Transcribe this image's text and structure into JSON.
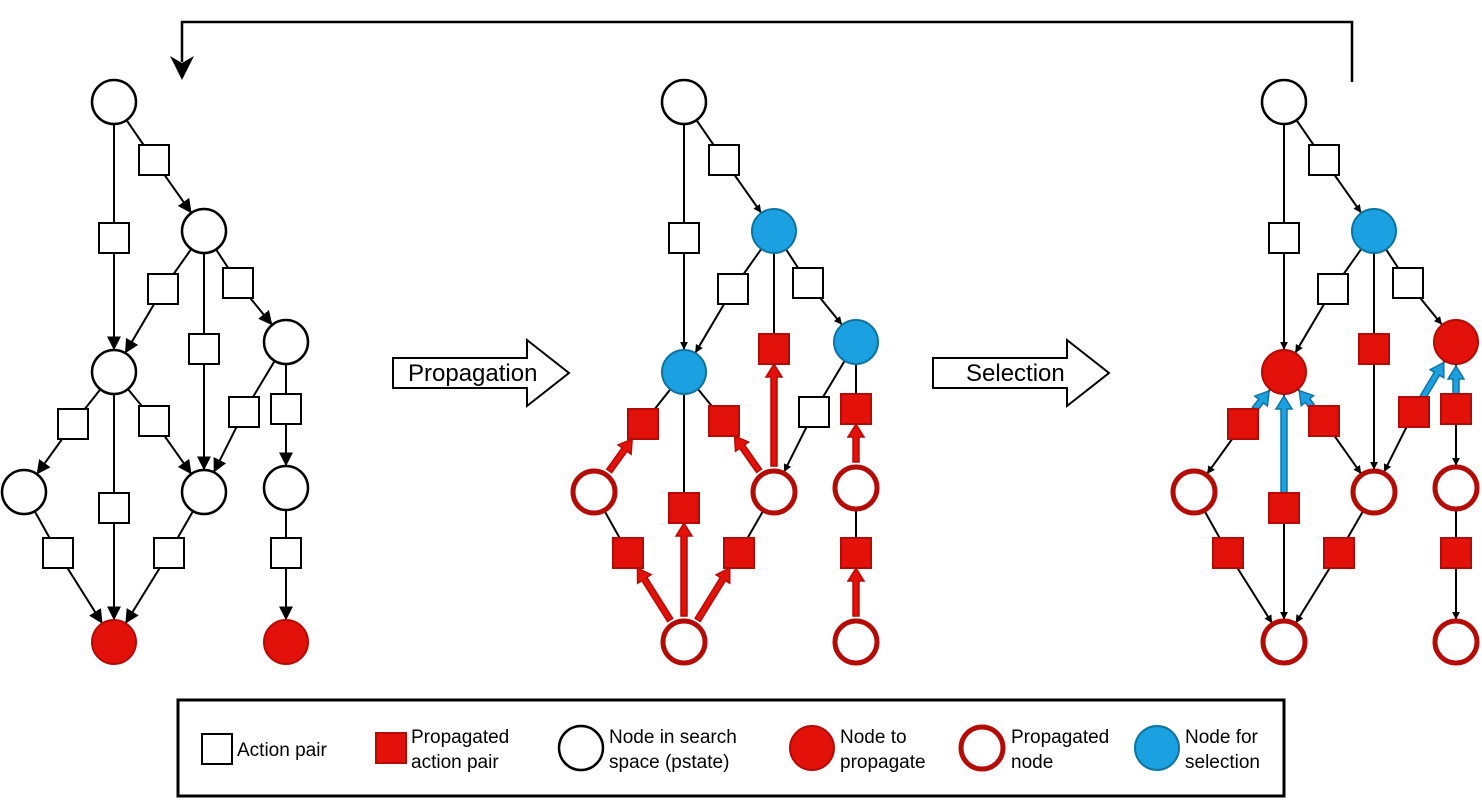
{
  "arrows": {
    "propagation": "Propagation",
    "selection": "Selection"
  },
  "legend": {
    "action_pair": "Action pair",
    "propagated_action_pair": [
      "Propagated",
      "action pair"
    ],
    "node_in_search_space": [
      "Node in search",
      "space (pstate)"
    ],
    "node_to_propagate": [
      "Node to",
      "propagate"
    ],
    "propagated_node": [
      "Propagated",
      "node"
    ],
    "node_for_selection": [
      "Node for",
      "selection"
    ]
  },
  "colors": {
    "red": "#e2110a",
    "dark_red": "#b30b05",
    "blue": "#1ba1e2",
    "blue_stroke": "#10739e",
    "black": "#000000",
    "white": "#ffffff"
  }
}
